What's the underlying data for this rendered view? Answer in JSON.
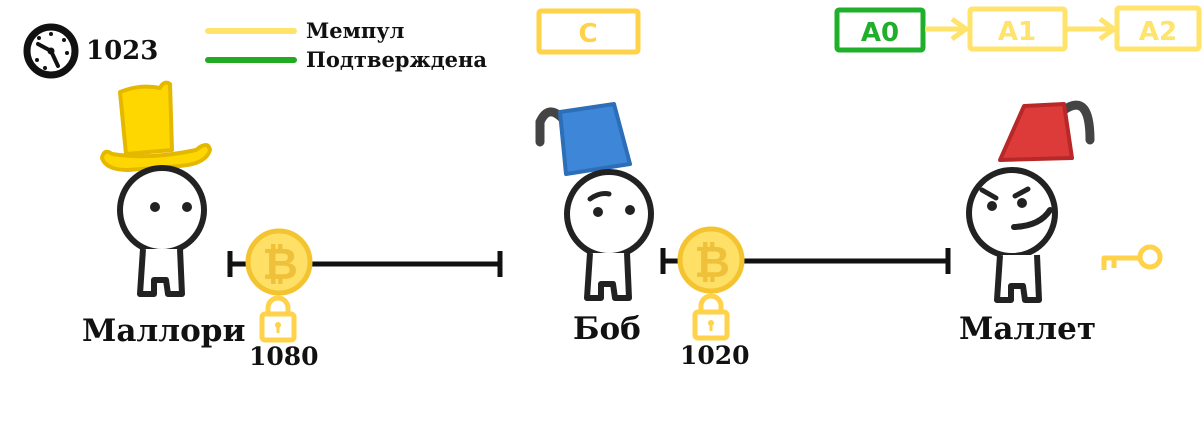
{
  "clock": {
    "value": "1023"
  },
  "legend": {
    "items": [
      {
        "label": "Мемпул",
        "color": "#FFE36A"
      },
      {
        "label": "Подтверждена",
        "color": "#22AA22"
      }
    ]
  },
  "blocks": {
    "mempool_box": "C",
    "chain": [
      {
        "label": "A0",
        "status": "confirmed"
      },
      {
        "label": "A1",
        "status": "mempool"
      },
      {
        "label": "A2",
        "status": "mempool"
      }
    ]
  },
  "characters": {
    "mallory": {
      "name": "Маллори",
      "hat_color": "#FFD700"
    },
    "bob": {
      "name": "Боб",
      "hat_color": "#3D86D8"
    },
    "mallet": {
      "name": "Маллет",
      "hat_color": "#DD3A3A"
    }
  },
  "channels": [
    {
      "lock_value": "1080"
    },
    {
      "lock_value": "1020"
    }
  ],
  "colors": {
    "coin": "#FFE066",
    "coin_border": "#F4C430",
    "confirmed_green": "#1FAF2A",
    "mempool_yellow": "#FFE36A",
    "ink": "#111111"
  },
  "icons": [
    "clock-icon",
    "bitcoin-coin-icon",
    "padlock-icon",
    "key-icon"
  ]
}
